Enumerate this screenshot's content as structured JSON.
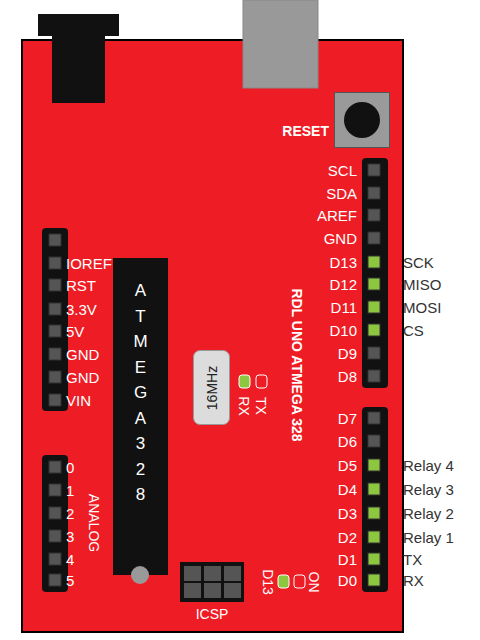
{
  "diagram": {
    "nodes": [
      {
        "text": [
          "RDL UNO ATMEGA 328"
        ]
      },
      {
        "text": [
          "ATMEGA 328"
        ],
        "in": 0
      },
      {
        "text": [
          "16MHz"
        ],
        "in": 0
      },
      {
        "text": [
          "RESET"
        ],
        "in": 0
      },
      {
        "text": [
          "ICSP"
        ],
        "in": 0
      }
    ],
    "labels": [
      "SCL",
      "SDA",
      "AREF",
      "GND",
      "D13",
      "D12",
      "D11",
      "D10",
      "D9",
      "D8",
      "D7",
      "D6",
      "D5",
      "D4",
      "D3",
      "D2",
      "D1",
      "D0",
      "SCK",
      "MISO",
      "MOSI",
      "CS",
      "Relay 4",
      "Relay 3",
      "Relay 2",
      "Relay 1",
      "TX",
      "RX",
      "IOREF",
      "RST",
      "3.3V",
      "5V",
      "GND",
      "GND",
      "VIN",
      "0",
      "1",
      "2",
      "3",
      "4",
      "5",
      "ANALOG",
      "RX",
      "TX",
      "D13",
      "ON"
    ]
  }
}
